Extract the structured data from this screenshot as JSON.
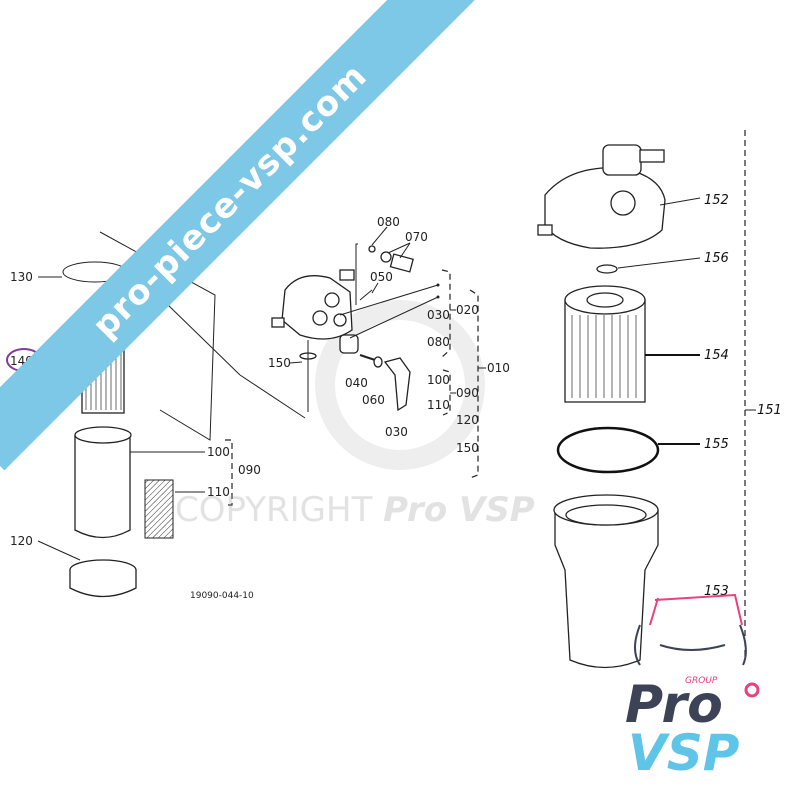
{
  "watermark": {
    "banner_text": "pro-piece-vsp.com",
    "copyright_text": "COPYRIGHT",
    "copyright_brand": "Pro VSP",
    "banner_color": "#7cc8e6"
  },
  "diagram_code": "19090-044-10",
  "left_labels": {
    "l130": "130",
    "l140": "140",
    "l100": "100",
    "l090": "090",
    "l110": "110",
    "l120": "120"
  },
  "middle_labels": {
    "l080a": "080",
    "l070": "070",
    "l050": "050",
    "l020": "020",
    "l030a": "030",
    "l080b": "080",
    "l150a": "150",
    "l010": "010",
    "l100": "100",
    "l090": "090",
    "l110": "110",
    "l120": "120",
    "l150b": "150",
    "l040": "040",
    "l060": "060",
    "l030b": "030"
  },
  "right_labels": {
    "l152": "152",
    "l156": "156",
    "l154": "154",
    "l151": "151",
    "l155": "155",
    "l153": "153"
  },
  "highlight": {
    "color": "#7b3f98",
    "arrow_color": "#d6336c"
  },
  "logo": {
    "group": "GROUP",
    "pro": "Pro",
    "vsp": "VSP",
    "pro_color": "#3d4257",
    "vsp_color": "#5ec4e8",
    "accent_color": "#e8417f"
  }
}
